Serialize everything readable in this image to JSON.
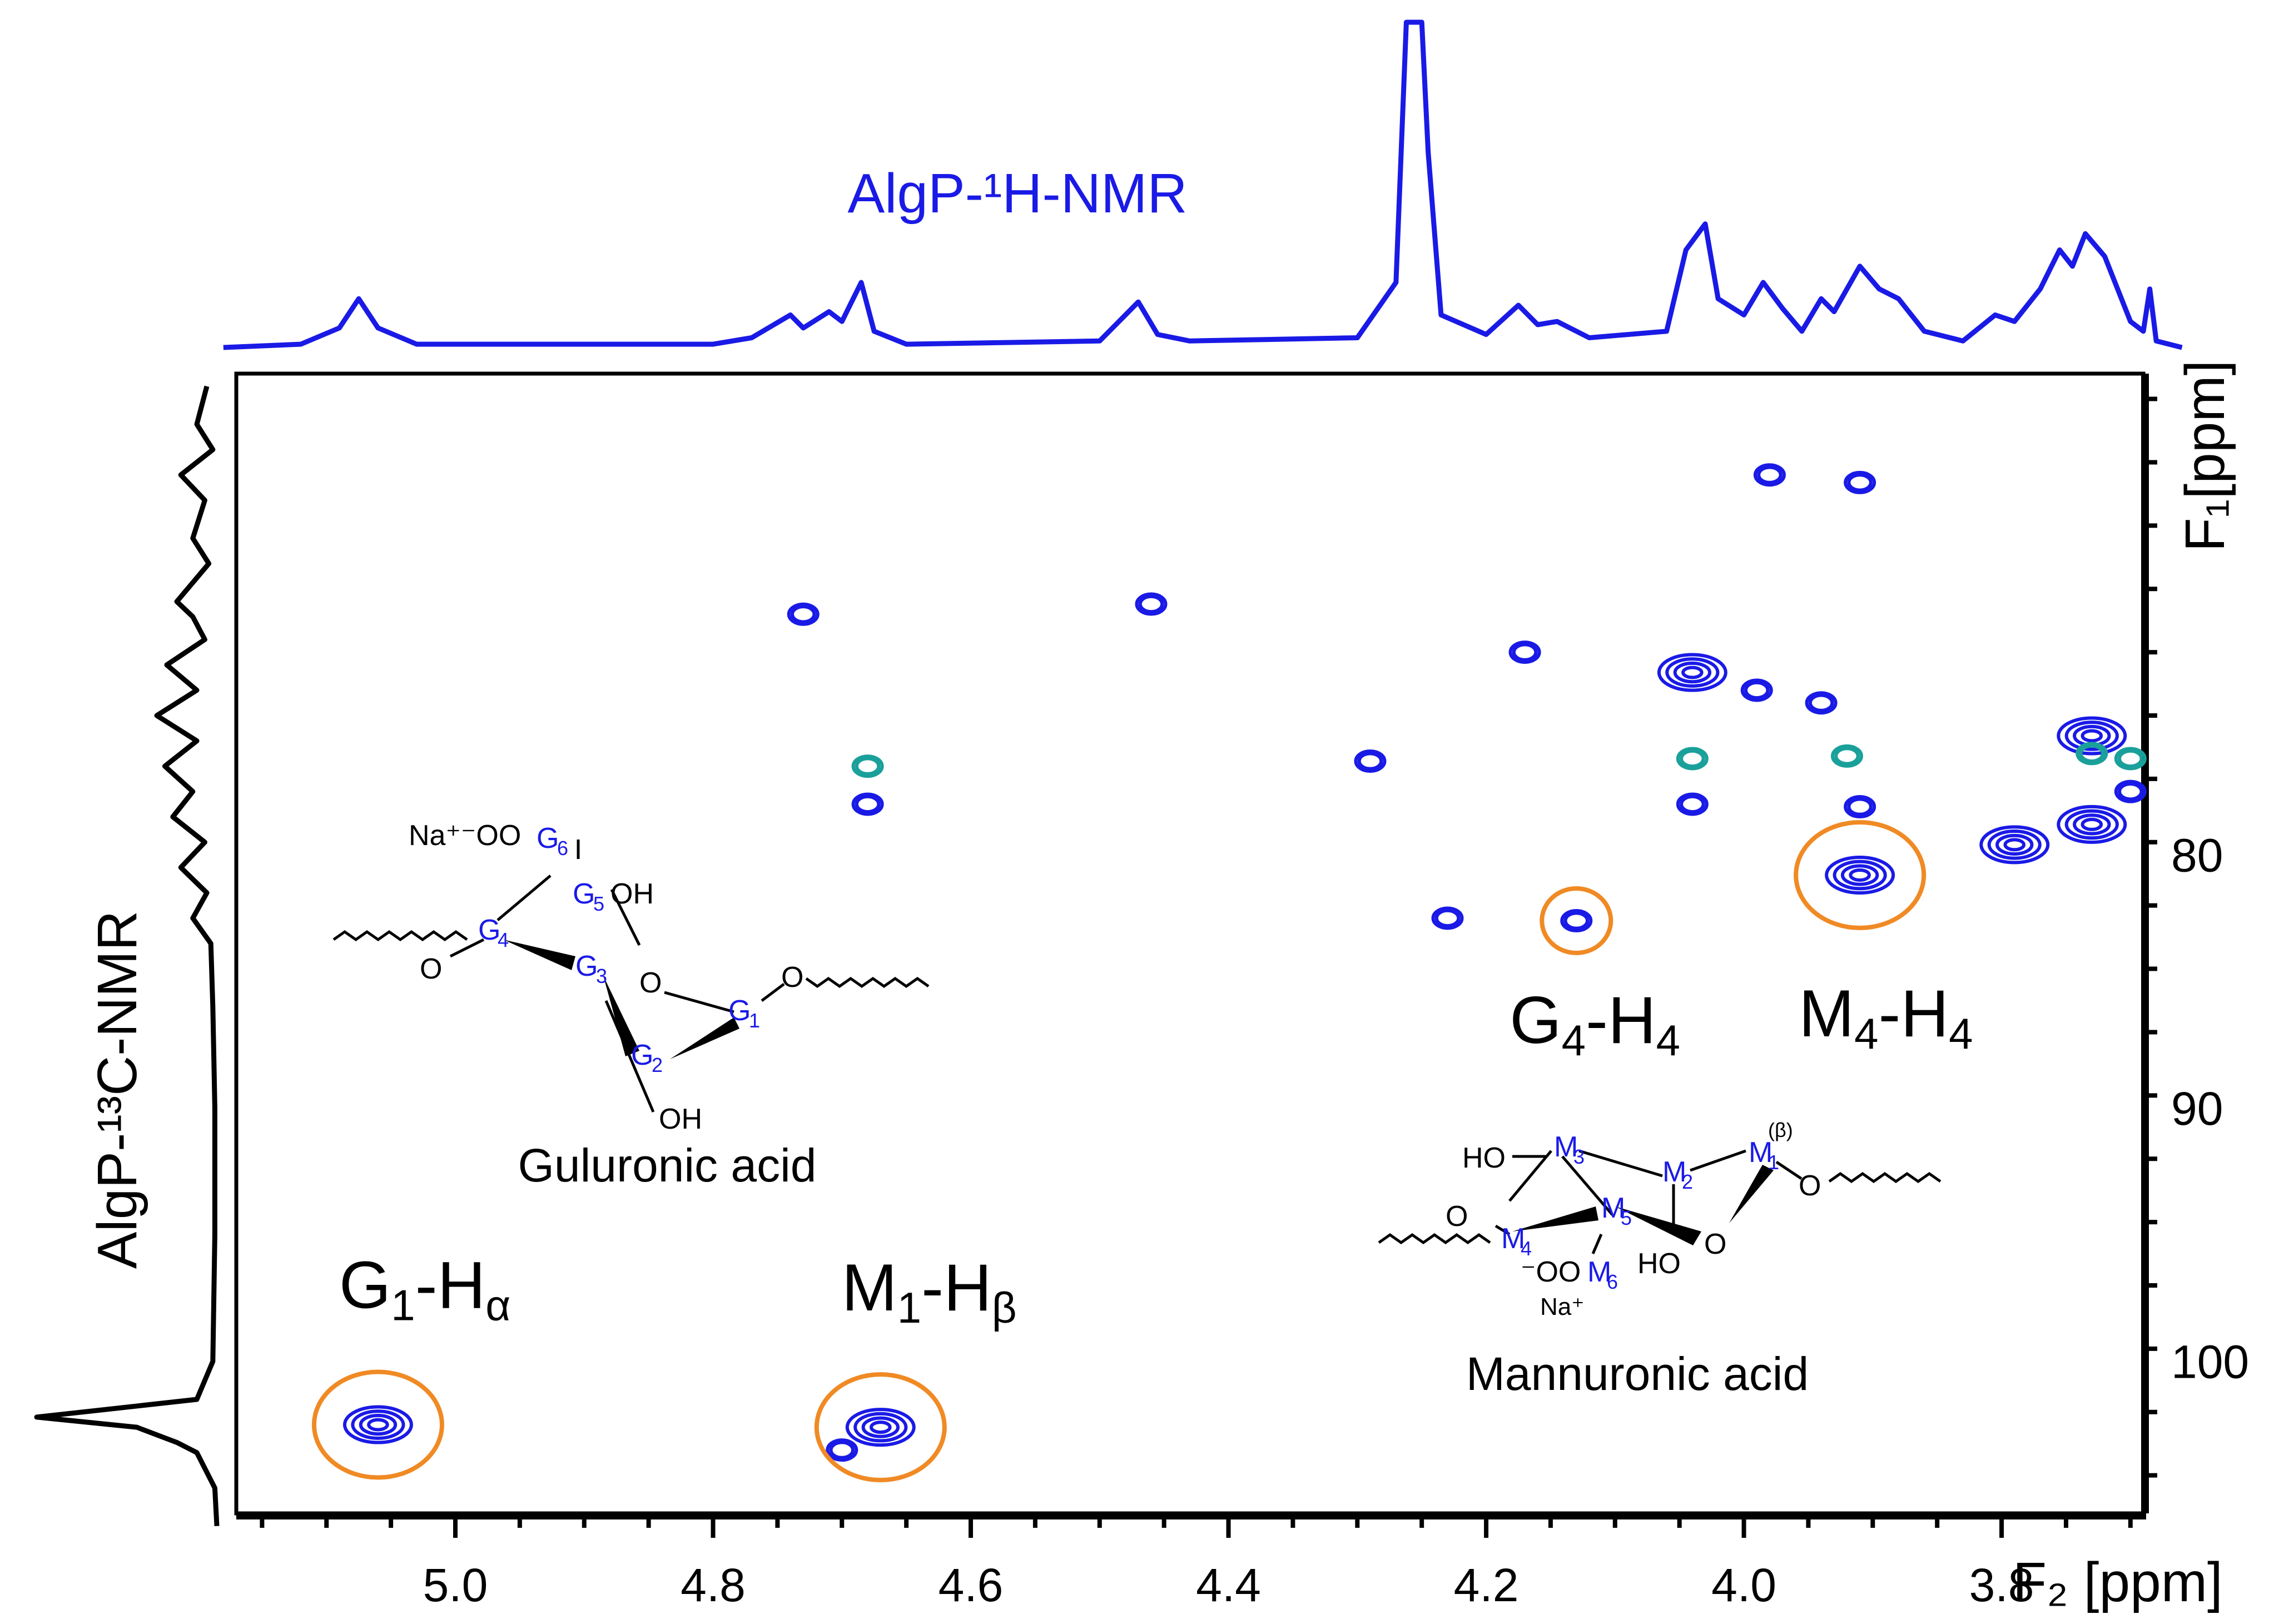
{
  "chart_data": {
    "type": "heatmap",
    "subtype": "2D HSQC NMR contour plot",
    "top_projection_label": "AlgP-¹H-NMR",
    "left_projection_label": "AlgP-¹³C-NMR",
    "xlabel": "F₂ [ppm]",
    "ylabel": "F₁[ppm]",
    "xlim": [
      5.17,
      3.69
    ],
    "ylim": [
      61,
      106
    ],
    "x_ticks": [
      5.0,
      4.8,
      4.6,
      4.4,
      4.2,
      4.0,
      3.8
    ],
    "y_ticks": [
      80,
      90,
      100
    ],
    "colors": {
      "positive_contour": "#1a1ae6",
      "negative_contour": "#1aa09a",
      "circle": "#f08a24",
      "axis": "#000000"
    },
    "peaks": [
      {
        "x": 5.06,
        "y": 102.5,
        "sign": "+"
      },
      {
        "x": 4.67,
        "y": 102.6,
        "sign": "+"
      },
      {
        "x": 4.7,
        "y": 103.5,
        "sign": "+"
      },
      {
        "x": 4.73,
        "y": 70.5,
        "sign": "+"
      },
      {
        "x": 4.46,
        "y": 70.1,
        "sign": "+"
      },
      {
        "x": 4.68,
        "y": 76.5,
        "sign": "-"
      },
      {
        "x": 4.68,
        "y": 78.0,
        "sign": "+"
      },
      {
        "x": 4.29,
        "y": 76.3,
        "sign": "+"
      },
      {
        "x": 4.17,
        "y": 72.0,
        "sign": "+"
      },
      {
        "x": 4.23,
        "y": 82.5,
        "sign": "+"
      },
      {
        "x": 4.13,
        "y": 82.6,
        "sign": "+"
      },
      {
        "x": 4.04,
        "y": 72.8,
        "sign": "+"
      },
      {
        "x": 3.99,
        "y": 73.5,
        "sign": "+"
      },
      {
        "x": 3.98,
        "y": 65.0,
        "sign": "+"
      },
      {
        "x": 3.91,
        "y": 65.3,
        "sign": "+"
      },
      {
        "x": 3.94,
        "y": 74.0,
        "sign": "+"
      },
      {
        "x": 4.04,
        "y": 76.2,
        "sign": "-"
      },
      {
        "x": 4.04,
        "y": 78.0,
        "sign": "+"
      },
      {
        "x": 3.92,
        "y": 76.1,
        "sign": "-"
      },
      {
        "x": 3.91,
        "y": 78.1,
        "sign": "+"
      },
      {
        "x": 3.91,
        "y": 80.8,
        "sign": "+"
      },
      {
        "x": 3.73,
        "y": 75.3,
        "sign": "+"
      },
      {
        "x": 3.73,
        "y": 76.0,
        "sign": "-"
      },
      {
        "x": 3.73,
        "y": 78.8,
        "sign": "+"
      },
      {
        "x": 3.79,
        "y": 79.6,
        "sign": "+"
      },
      {
        "x": 3.7,
        "y": 76.2,
        "sign": "-"
      },
      {
        "x": 3.7,
        "y": 77.5,
        "sign": "+"
      }
    ],
    "annotations": [
      {
        "label_main": "G",
        "label_sub": "1",
        "label_h": "-H",
        "label_h_sub": "α",
        "x": 5.06,
        "y": 102.5
      },
      {
        "label_main": "M",
        "label_sub": "1",
        "label_h": "-H",
        "label_h_sub": "β",
        "x": 4.67,
        "y": 102.6
      },
      {
        "label_main": "G",
        "label_sub": "4",
        "label_h": "-H",
        "label_h_sub": "4",
        "x": 4.13,
        "y": 82.6
      },
      {
        "label_main": "M",
        "label_sub": "4",
        "label_h": "-H",
        "label_h_sub": "4",
        "x": 3.91,
        "y": 80.8
      }
    ],
    "structures": {
      "guluronic": {
        "caption": "Guluronic acid",
        "na_label": "Na⁺⁻OO",
        "atoms": [
          "G",
          "G",
          "G",
          "G",
          "G",
          "G"
        ],
        "subs": [
          "1",
          "2",
          "3",
          "4",
          "5",
          "6"
        ],
        "oh_top": "OH",
        "oh_bottom": "OH",
        "o_left": "O",
        "o_ring": "O",
        "o_right": "O"
      },
      "mannuronic": {
        "caption": "Mannuronic acid",
        "atoms": [
          "M",
          "M",
          "M",
          "M",
          "M",
          "M"
        ],
        "subs": [
          "1",
          "2",
          "3",
          "4",
          "5",
          "6"
        ],
        "beta": "(β)",
        "ho_top": "HO",
        "ho_bottom": "HO",
        "o_left": "O",
        "o_ring": "O",
        "o_right": "O",
        "oo_label": "⁻OO",
        "na_label": "Na⁺"
      }
    }
  }
}
